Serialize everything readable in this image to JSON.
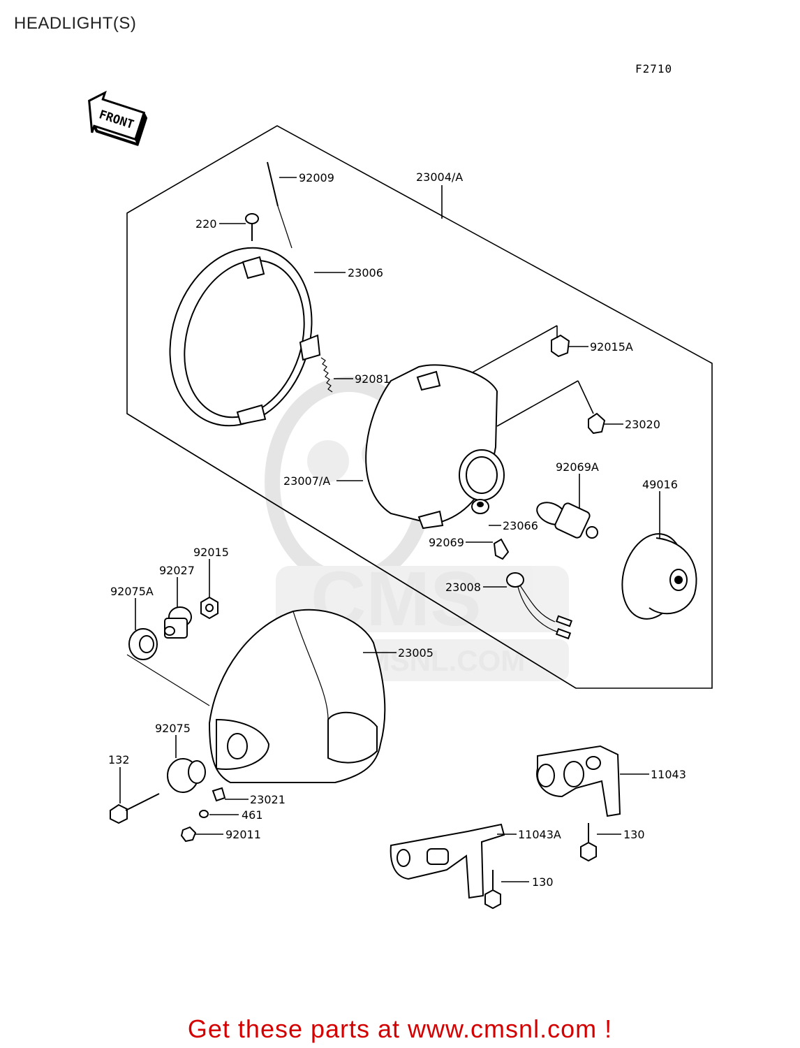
{
  "page": {
    "title": "HEADLIGHT(S)",
    "figure_code": "F2710"
  },
  "front_arrow": {
    "label": "FRONT"
  },
  "watermark": {
    "brand": "CMS",
    "url": "WWW.CMSNL.COM"
  },
  "parts": {
    "p92009": "92009",
    "p23004A": "23004/A",
    "p220": "220",
    "p23006": "23006",
    "p92015A": "92015A",
    "p92081": "92081",
    "p23020": "23020",
    "p23007A": "23007/A",
    "p92069A": "92069A",
    "p49016": "49016",
    "p23066": "23066",
    "p92015": "92015",
    "p92027": "92027",
    "p92069": "92069",
    "p92075A": "92075A",
    "p23008": "23008",
    "p23005": "23005",
    "p92075": "92075",
    "p132": "132",
    "p11043": "11043",
    "p23021": "23021",
    "p461": "461",
    "p130a": "130",
    "p92011": "92011",
    "p11043A": "11043A",
    "p130b": "130"
  },
  "footer": {
    "text": "Get these parts at www.cmsnl.com !"
  }
}
